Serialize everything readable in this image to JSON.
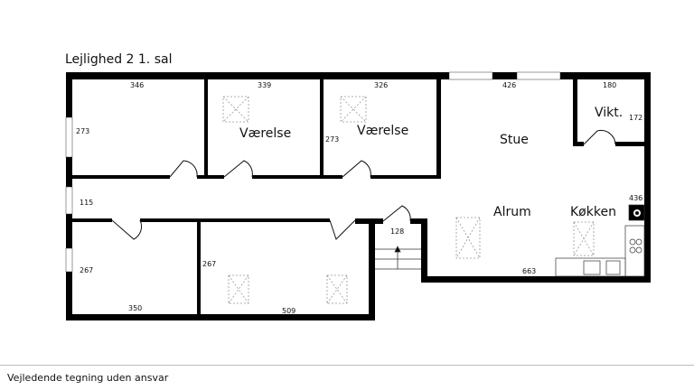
{
  "title": "Lejlighed 2 1. sal",
  "footer": "Vejledende tegning uden ansvar",
  "rooms": {
    "vaerelse1": "Værelse",
    "vaerelse2": "Værelse",
    "stue": "Stue",
    "vikt": "Vikt.",
    "alrum": "Alrum",
    "kokken": "Køkken"
  },
  "dimensions": {
    "d346": "346",
    "d339": "339",
    "d326": "326",
    "d426": "426",
    "d180": "180",
    "d273a": "273",
    "d273b": "273",
    "d172": "172",
    "d115": "115",
    "d436": "436",
    "d128": "128",
    "d267a": "267",
    "d267b": "267",
    "d350": "350",
    "d509": "509",
    "d663": "663"
  }
}
